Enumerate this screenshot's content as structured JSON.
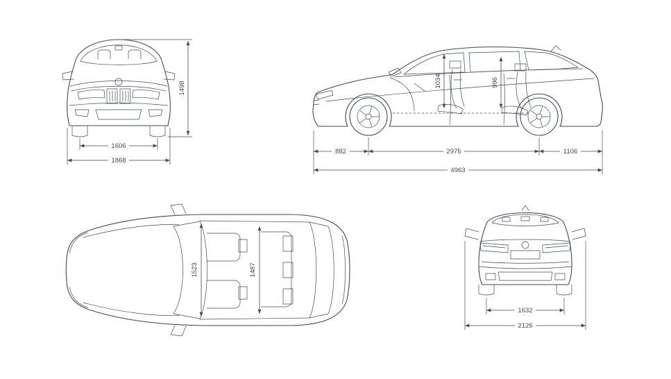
{
  "colors": {
    "line": "#3e4a5e",
    "background": "#ffffff"
  },
  "views": {
    "front": {
      "height": "1498",
      "track": "1606",
      "width": "1868"
    },
    "side": {
      "front_headroom": "1034",
      "rear_headroom": "996",
      "front_overhang": "882",
      "wheelbase": "2975",
      "rear_overhang": "1106",
      "length": "4963"
    },
    "top": {
      "front_interior_width": "1523",
      "rear_interior_width": "1487"
    },
    "rear": {
      "track": "1632",
      "width_incl_mirrors": "2126"
    }
  }
}
